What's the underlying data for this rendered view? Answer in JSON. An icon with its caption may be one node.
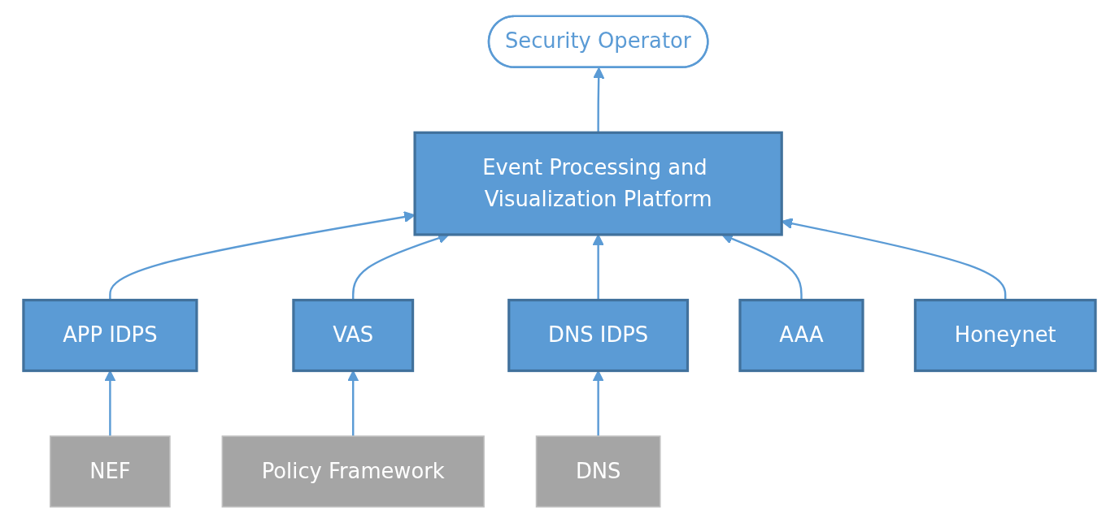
{
  "diagram": {
    "nodes": [
      {
        "text": [
          "Security Operator"
        ]
      },
      {
        "text": [
          "Event Processing and Visualization Platform"
        ]
      },
      {
        "text": [
          "Policy Framework"
        ]
      },
      {
        "text": [
          "APP IDPS"
        ]
      },
      {
        "text": [
          "VAS"
        ]
      },
      {
        "text": [
          "NEF"
        ]
      },
      {
        "text": [
          "DNS IDPS"
        ]
      },
      {
        "text": [
          "AAA"
        ]
      },
      {
        "text": [
          "Honeynet"
        ]
      },
      {
        "text": [
          "DNS"
        ]
      }
    ],
    "edges": [
      {
        "from": 1,
        "to": 0,
        "arrow": "to"
      },
      {
        "from": 2,
        "to": 4,
        "arrow": "to"
      },
      {
        "from": 3,
        "to": 1,
        "arrow": "to"
      },
      {
        "from": 4,
        "to": 1,
        "arrow": "to"
      },
      {
        "from": 5,
        "to": 3,
        "arrow": "to"
      },
      {
        "from": 6,
        "to": 1,
        "arrow": "to"
      },
      {
        "from": 7,
        "to": 1,
        "arrow": "to"
      },
      {
        "from": 8,
        "to": 1,
        "arrow": "to"
      },
      {
        "from": 9,
        "to": 6,
        "arrow": "to"
      }
    ]
  }
}
